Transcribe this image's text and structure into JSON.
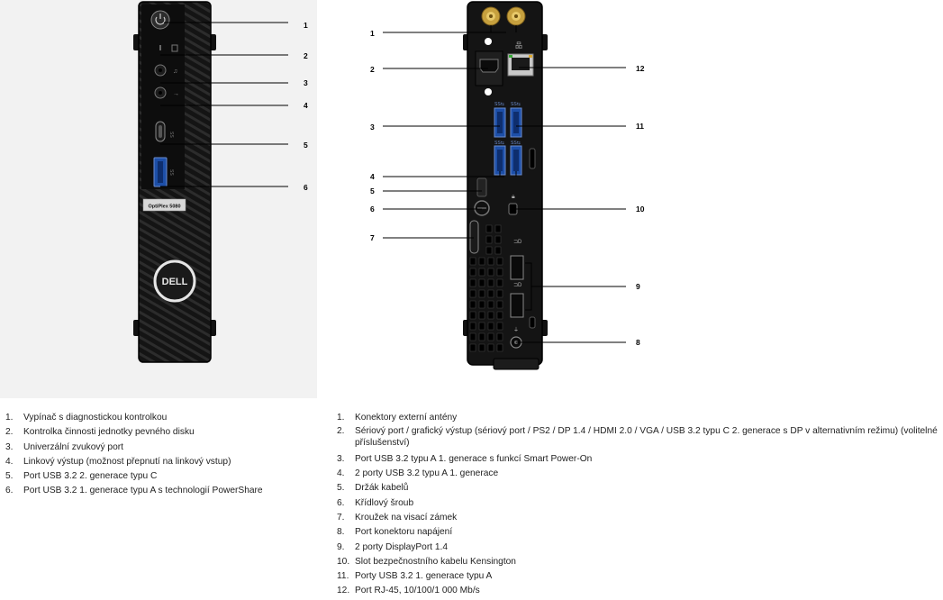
{
  "front_panel": {
    "model_label": "OptiPlex 5080",
    "logo_text": "DELL",
    "callouts": [
      "1",
      "2",
      "3",
      "4",
      "5",
      "6"
    ]
  },
  "rear_panel": {
    "callouts_left": [
      "1",
      "2",
      "3",
      "4",
      "5",
      "6",
      "7"
    ],
    "callouts_right": [
      "12",
      "11",
      "10",
      "9",
      "8"
    ]
  },
  "legend_front": [
    {
      "num": "1.",
      "text": "Vypínač s diagnostickou kontrolkou"
    },
    {
      "num": "2.",
      "text": "Kontrolka činnosti jednotky pevného disku"
    },
    {
      "num": "3.",
      "text": "Univerzální zvukový port"
    },
    {
      "num": "4.",
      "text": "Linkový výstup (možnost přepnutí na linkový vstup)"
    },
    {
      "num": "5.",
      "text": "Port USB 3.2 2. generace typu C"
    },
    {
      "num": "6.",
      "text": "Port USB 3.2 1. generace typu A s technologií PowerShare"
    }
  ],
  "legend_rear": [
    {
      "num": "1.",
      "text": "Konektory externí antény"
    },
    {
      "num": "2.",
      "text": "Sériový port / grafický výstup (sériový port / PS2 / DP 1.4 / HDMI 2.0 / VGA / USB 3.2 typu C 2. generace s DP v alternativním režimu) (volitelné příslušenství)"
    },
    {
      "num": "3.",
      "text": "Port USB 3.2 typu A 1. generace s funkcí Smart Power-On"
    },
    {
      "num": "4.",
      "text": "2 porty USB 3.2 typu A 1. generace"
    },
    {
      "num": "5.",
      "text": "Držák kabelů"
    },
    {
      "num": "6.",
      "text": "Křídlový šroub"
    },
    {
      "num": "7.",
      "text": "Kroužek na visací zámek"
    },
    {
      "num": "8.",
      "text": "Port konektoru napájení"
    },
    {
      "num": "9.",
      "text": "2 porty DisplayPort 1.4"
    },
    {
      "num": "10.",
      "text": "Slot bezpečnostního kabelu Kensington"
    },
    {
      "num": "11.",
      "text": "Porty USB 3.2 1. generace typu A"
    },
    {
      "num": "12.",
      "text": "Port RJ-45, 10/100/1 000 Mb/s"
    }
  ]
}
